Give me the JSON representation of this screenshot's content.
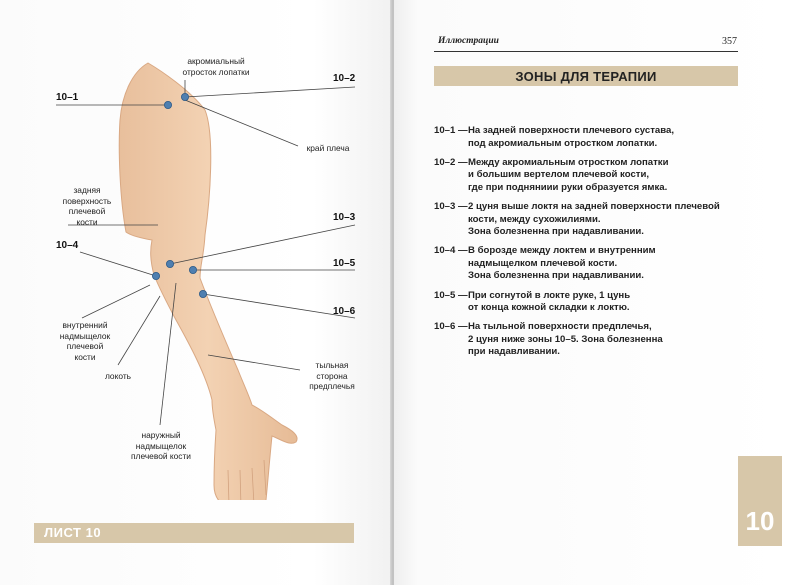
{
  "left_page": {
    "labels": {
      "acromion": "акромиальный\nотросток лопатки",
      "shoulder_edge": "край плеча",
      "posterior_humerus": "задняя\nповерхность\nплечевой\nкости",
      "medial_epicondyle": "внутренний\nнадмыщелок\nплечевой\nкости",
      "elbow": "локоть",
      "dorsal_forearm": "тыльная\nсторона\nпредплечья",
      "lateral_epicondyle": "наружный\nнадмыщелок\nплечевой кости"
    },
    "zone_labels": {
      "z10_1": "10–1",
      "z10_2": "10–2",
      "z10_3": "10–3",
      "z10_4": "10–4",
      "z10_5": "10–5",
      "z10_6": "10–6"
    },
    "sheet_title": "ЛИСТ 10"
  },
  "right_page": {
    "running_head": "Иллюстрации",
    "page_number": "357",
    "section_title": "ЗОНЫ ДЛЯ ТЕРАПИИ",
    "items": [
      {
        "code": "10–1 —",
        "text": "На задней поверхности плечевого сустава,\nпод акромиальным отростком лопатки."
      },
      {
        "code": "10–2 —",
        "text": "Между акромиальным отростком лопатки\nи большим вертелом плечевой кости,\nгде при подняниии руки образуется ямка."
      },
      {
        "code": "10–3 —",
        "text": "2 цуня выше локтя на задней поверхности плечевой\nкости, между сухожилиями.\nЗона болезненна при надавливании."
      },
      {
        "code": "10–4 —",
        "text": "В борозде между локтем и внутренним\nнадмыщелком плечевой кости.\nЗона болезненна при надавливании."
      },
      {
        "code": "10–5 —",
        "text": "При согнутой в локте руке, 1 цунь\nот конца кожной складки к локтю."
      },
      {
        "code": "10–6 —",
        "text": "На тыльной поверхности предплечья,\n2 цуня ниже зоны 10–5. Зона болезненна\nпри надавливании."
      }
    ],
    "tab_number": "10"
  },
  "colors": {
    "bar": "#d7c7a9",
    "skin": "#f1cfae",
    "dot": "#4f7fb0"
  }
}
